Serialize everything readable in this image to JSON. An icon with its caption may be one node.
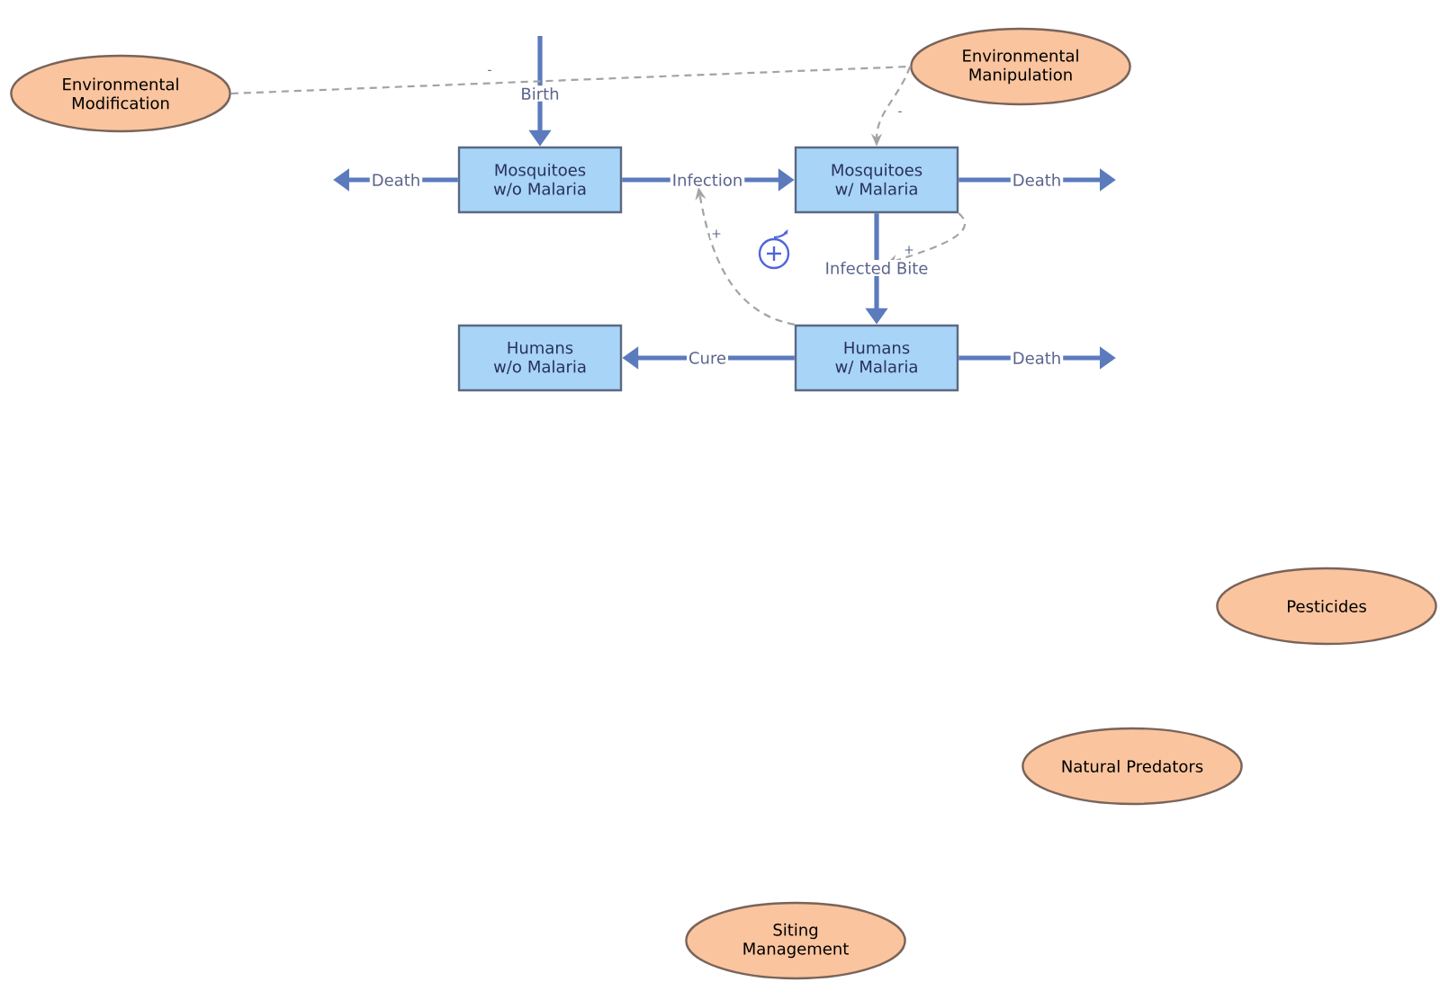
{
  "diagram": {
    "nodes": [
      {
        "text": [
          "Environmental Modification"
        ]
      },
      {
        "text": [
          "Environmental Manipulation"
        ]
      },
      {
        "text": [
          "Mosquitoes w/o Malaria"
        ]
      },
      {
        "text": [
          "Mosquitoes w/ Malaria"
        ]
      },
      {
        "text": [
          "Humans w/o Malaria"
        ]
      },
      {
        "text": [
          "Humans w/ Malaria"
        ]
      },
      {
        "text": [
          "Pesticides"
        ]
      },
      {
        "text": [
          "Natural Predators"
        ]
      },
      {
        "text": [
          "Siting Management"
        ]
      }
    ],
    "edges": [
      {
        "from": null,
        "to": 2,
        "arrow": "to",
        "label": "Birth"
      },
      {
        "from": 2,
        "to": null,
        "arrow": "to",
        "label": "Death"
      },
      {
        "from": 2,
        "to": 3,
        "arrow": "to",
        "label": "Infection"
      },
      {
        "from": 3,
        "to": null,
        "arrow": "to",
        "label": "Death"
      },
      {
        "from": 3,
        "to": 5,
        "arrow": "to",
        "label": "Infected Bite"
      },
      {
        "from": 5,
        "to": null,
        "arrow": "to",
        "label": "Death"
      },
      {
        "from": 5,
        "to": 4,
        "arrow": "to",
        "label": "Cure"
      },
      {
        "from": 0,
        "to": 1,
        "arrow": "none",
        "style": "dashed",
        "color": "#a3a3a3"
      },
      {
        "from": 1,
        "to": 3,
        "arrow": "to",
        "style": "dashed",
        "color": "#a3a3a3",
        "label": "-"
      },
      {
        "from": 5,
        "to": null,
        "arrow": "to",
        "style": "dashed",
        "color": "#a3a3a3",
        "label": "+"
      },
      {
        "from": 3,
        "to": null,
        "arrow": "to",
        "style": "dashed",
        "color": "#a3a3a3",
        "label": "+"
      }
    ],
    "labels": [
      "-"
    ]
  }
}
